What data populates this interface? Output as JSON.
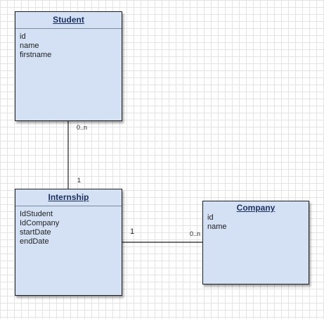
{
  "entities": {
    "student": {
      "name": "Student",
      "attributes": [
        "id",
        "name",
        "firstname"
      ]
    },
    "internship": {
      "name": "Internship",
      "attributes": [
        "IdStudent",
        "IdCompany",
        "startDate",
        "endDate"
      ]
    },
    "company": {
      "name": "Company",
      "attributes": [
        "id",
        "name"
      ]
    }
  },
  "relationships": [
    {
      "from": "Student",
      "to": "Internship",
      "from_multiplicity": "0..n",
      "to_multiplicity": "1"
    },
    {
      "from": "Internship",
      "to": "Company",
      "from_multiplicity": "1",
      "to_multiplicity": "0..n"
    }
  ],
  "colors": {
    "entity_fill": "#d4e1f5",
    "entity_border": "#1f1f1f",
    "title_text": "#1b2f5e",
    "connector": "#1f1f1f",
    "grid": "#e3e3e3"
  }
}
